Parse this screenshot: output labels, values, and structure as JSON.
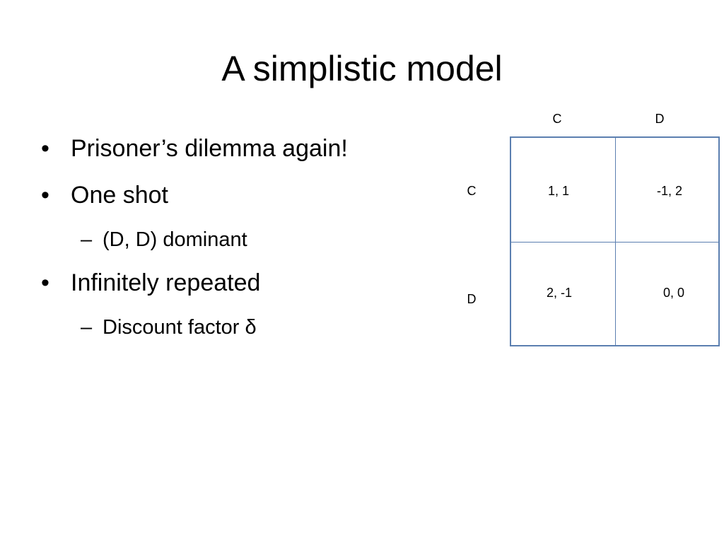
{
  "slide": {
    "title": "A simplistic model",
    "bullets": [
      {
        "level": 1,
        "marker": "•",
        "text": "Prisoner’s dilemma again!"
      },
      {
        "level": 1,
        "marker": "•",
        "text": "One shot"
      },
      {
        "level": 2,
        "marker": "–",
        "text": "(D, D) dominant"
      },
      {
        "level": 1,
        "marker": "•",
        "text": "Infinitely repeated"
      },
      {
        "level": 2,
        "marker": "–",
        "text": "Discount factor δ"
      }
    ]
  },
  "payoff_matrix": {
    "column_labels": [
      "C",
      "D"
    ],
    "row_labels": [
      "C",
      "D"
    ],
    "cells": [
      [
        "1, 1",
        "-1, 2"
      ],
      [
        "2, -1",
        "0, 0"
      ]
    ],
    "border_color": "#5b7fb0"
  }
}
